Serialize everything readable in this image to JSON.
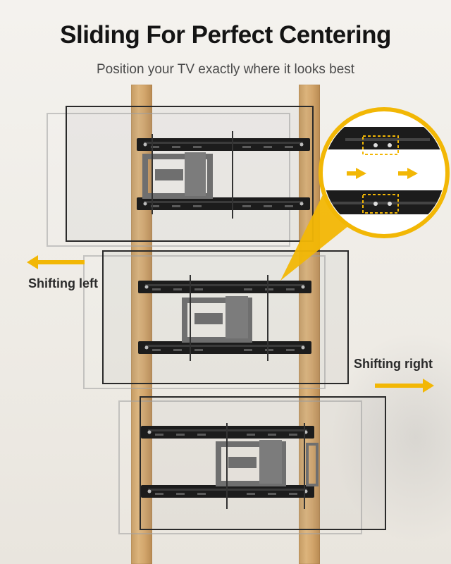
{
  "header": {
    "title": "Sliding For Perfect Centering",
    "subtitle": "Position your TV exactly where it looks best"
  },
  "labels": {
    "left": "Shifting left",
    "right": "Shifting right"
  },
  "colors": {
    "accent": "#f2b705",
    "bracket": "#1c1c1c",
    "arm": "#6f6f6f",
    "wood": "#d2a56b"
  }
}
